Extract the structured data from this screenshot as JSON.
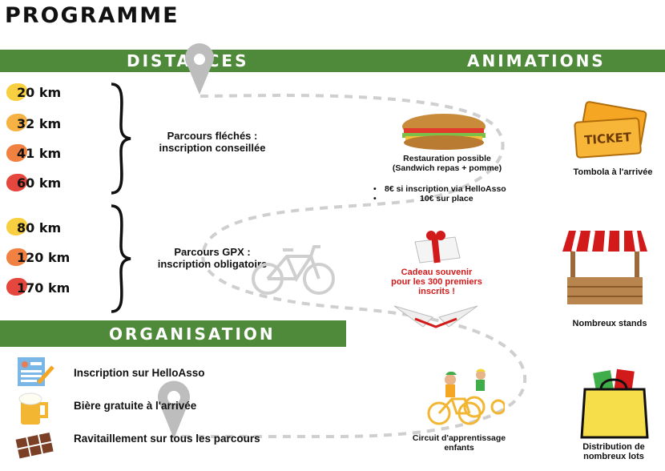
{
  "title": "PROGRAMME",
  "sections": {
    "distances": "DISTANCES",
    "animations": "ANIMATIONS",
    "organisation": "ORGANISATION"
  },
  "distances": {
    "group1": [
      "20 km",
      "32 km",
      "41 km",
      "60 km"
    ],
    "group1_label": [
      "Parcours fléchés :",
      "inscription conseillée"
    ],
    "group2": [
      "80 km",
      "120 km",
      "170 km"
    ],
    "group2_label": [
      "Parcours GPX :",
      "inscription obligatoire"
    ]
  },
  "food": {
    "title": "Restauration possible",
    "subtitle": "(Sandwich repas + pomme)",
    "bullets": [
      "8€ si inscription via HelloAsso",
      "10€ sur place"
    ]
  },
  "gift": [
    "Cadeau souvenir",
    "pour les 300 premiers",
    "inscrits !"
  ],
  "animations": {
    "tombola": "Tombola à l'arrivée",
    "ticket_text": "TICKET",
    "stands": "Nombreux stands",
    "kids": [
      "Circuit d'apprentissage",
      "enfants"
    ],
    "lots": [
      "Distribution de",
      "nombreux lots"
    ]
  },
  "organisation": [
    "Inscription sur HelloAsso",
    "Bière gratuite à l'arrivée",
    "Ravitaillement sur tous les parcours"
  ],
  "colors": {
    "green": "#4e8a3a",
    "red": "#d21a1a"
  }
}
